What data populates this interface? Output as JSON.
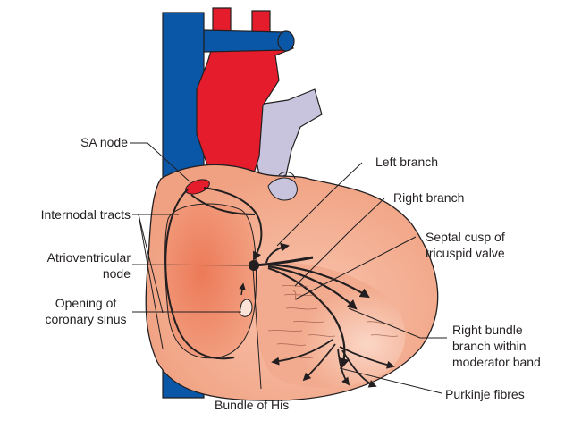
{
  "labels": {
    "sa_node": "SA node",
    "internodal_tracts": "Internodal tracts",
    "av_node": [
      "Atrioventricular",
      "node"
    ],
    "coronary_sinus": [
      "Opening of",
      "coronary sinus"
    ],
    "left_branch": "Left branch",
    "right_branch": "Right  branch",
    "septal_cusp": [
      "Septal cusp of",
      "tricuspid valve"
    ],
    "right_bundle_branch": [
      "Right bundle",
      "branch within",
      "moderator band"
    ],
    "purkinje": "Purkinje fibres",
    "bundle_of_his": "Bundle of His"
  },
  "colors": {
    "vena_cava": "#0a57a8",
    "aorta": "#e41c2b",
    "pulmonary": "#c9c4dd",
    "heart": "#f2a88a",
    "atrium": "#ee8a6a",
    "conduction": "#231f20"
  }
}
